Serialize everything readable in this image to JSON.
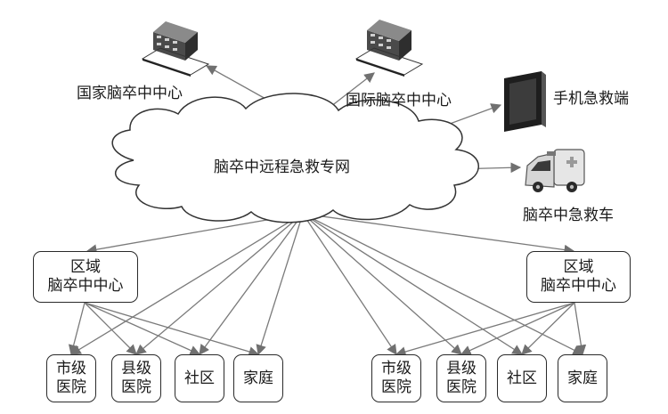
{
  "network": {
    "label": "脑卒中远程急救专网"
  },
  "targets": {
    "national": "国家脑卒中中心",
    "international": "国际脑卒中中心",
    "mobile": "手机急救端",
    "ambulance": "脑卒中急救车"
  },
  "regional_centers": [
    {
      "line1": "区域",
      "line2": "脑卒中中心"
    },
    {
      "line1": "区域",
      "line2": "脑卒中中心"
    }
  ],
  "left_facilities": [
    {
      "line1": "市级",
      "line2": "医院"
    },
    {
      "line1": "县级",
      "line2": "医院"
    },
    {
      "line1": "社区",
      "line2": ""
    },
    {
      "line1": "家庭",
      "line2": ""
    }
  ],
  "right_facilities": [
    {
      "line1": "市级",
      "line2": "医院"
    },
    {
      "line1": "县级",
      "line2": "医院"
    },
    {
      "line1": "社区",
      "line2": ""
    },
    {
      "line1": "家庭",
      "line2": ""
    }
  ],
  "colors": {
    "line": "#7a7a7a",
    "border": "#2a2a2a",
    "cloud": "#ffffff"
  }
}
